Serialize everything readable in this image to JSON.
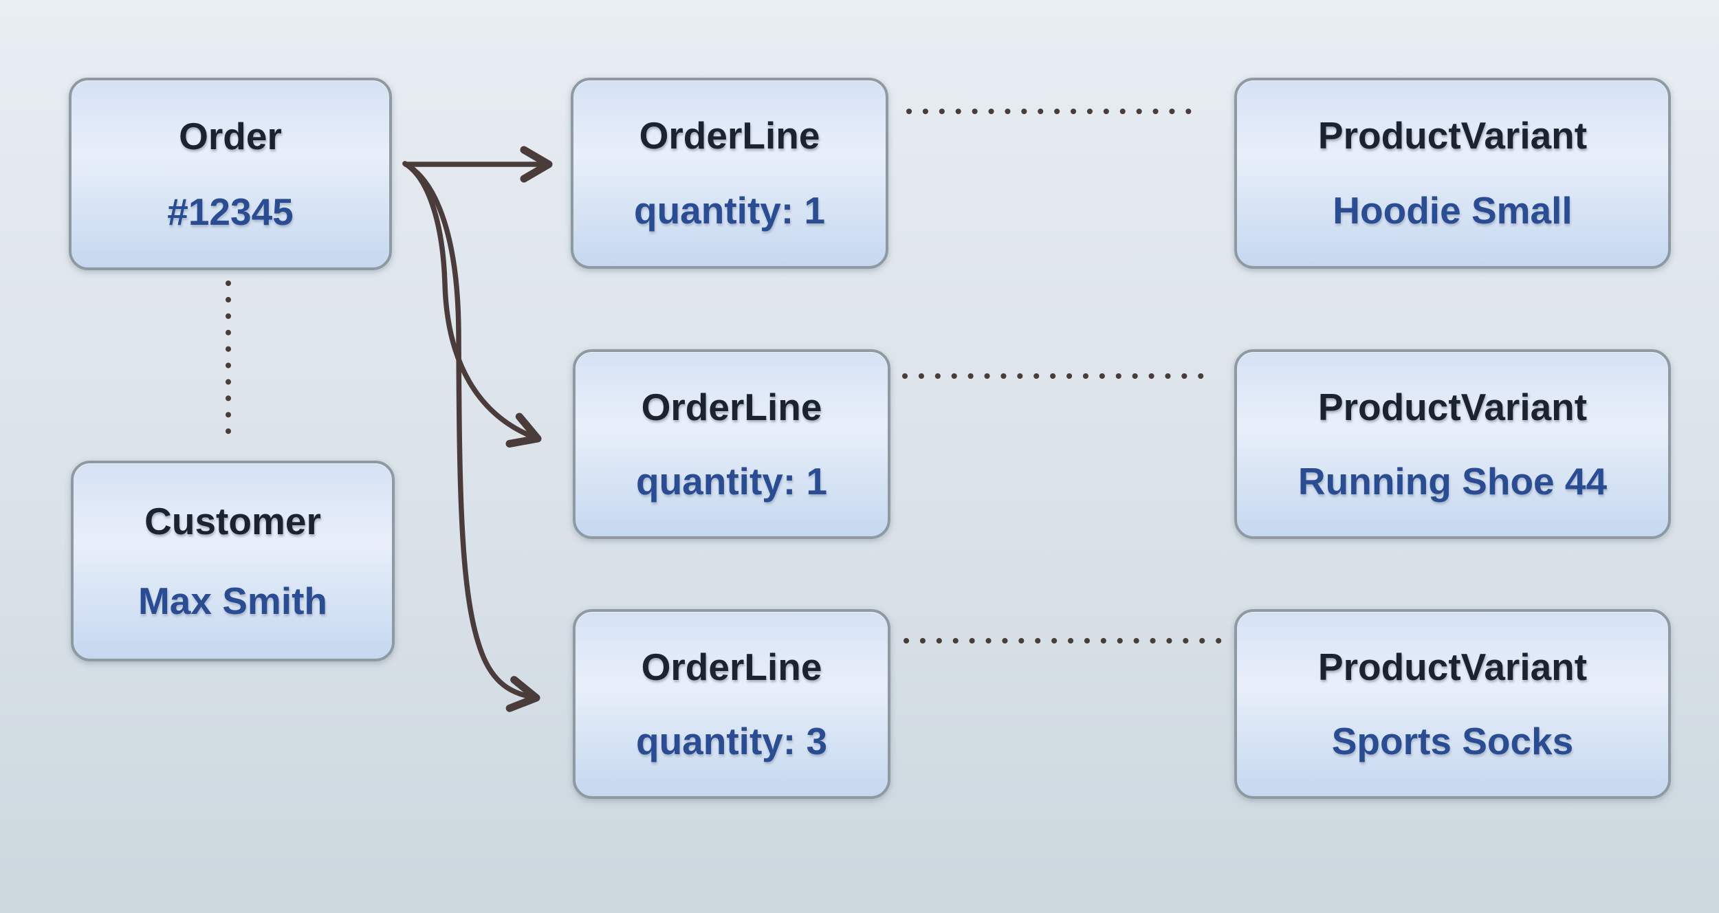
{
  "diagram": {
    "nodes": {
      "order": {
        "title": "Order",
        "value": "#12345"
      },
      "customer": {
        "title": "Customer",
        "value": "Max Smith"
      },
      "orderline1": {
        "title": "OrderLine",
        "value": "quantity: 1"
      },
      "orderline2": {
        "title": "OrderLine",
        "value": "quantity: 1"
      },
      "orderline3": {
        "title": "OrderLine",
        "value": "quantity: 3"
      },
      "productvariant1": {
        "title": "ProductVariant",
        "value": "Hoodie Small"
      },
      "productvariant2": {
        "title": "ProductVariant",
        "value": "Running Shoe 44"
      },
      "productvariant3": {
        "title": "ProductVariant",
        "value": "Sports Socks"
      }
    },
    "edges": [
      {
        "from": "order",
        "to": "orderline1",
        "style": "solid-arrow"
      },
      {
        "from": "order",
        "to": "orderline2",
        "style": "solid-arrow"
      },
      {
        "from": "order",
        "to": "orderline3",
        "style": "solid-arrow"
      },
      {
        "from": "order",
        "to": "customer",
        "style": "dotted-line"
      },
      {
        "from": "orderline1",
        "to": "productvariant1",
        "style": "dotted-line"
      },
      {
        "from": "orderline2",
        "to": "productvariant2",
        "style": "dotted-line"
      },
      {
        "from": "orderline3",
        "to": "productvariant3",
        "style": "dotted-line"
      }
    ],
    "colors": {
      "node_title": "#1b2330",
      "node_value": "#2a4c93",
      "node_border": "#8e99a2",
      "node_fill_top": "#d5e2f4",
      "node_fill_bottom": "#c6d8ef",
      "connector": "#4a3c3a",
      "background_top": "#e9eef3",
      "background_bottom": "#ccd7de"
    }
  }
}
